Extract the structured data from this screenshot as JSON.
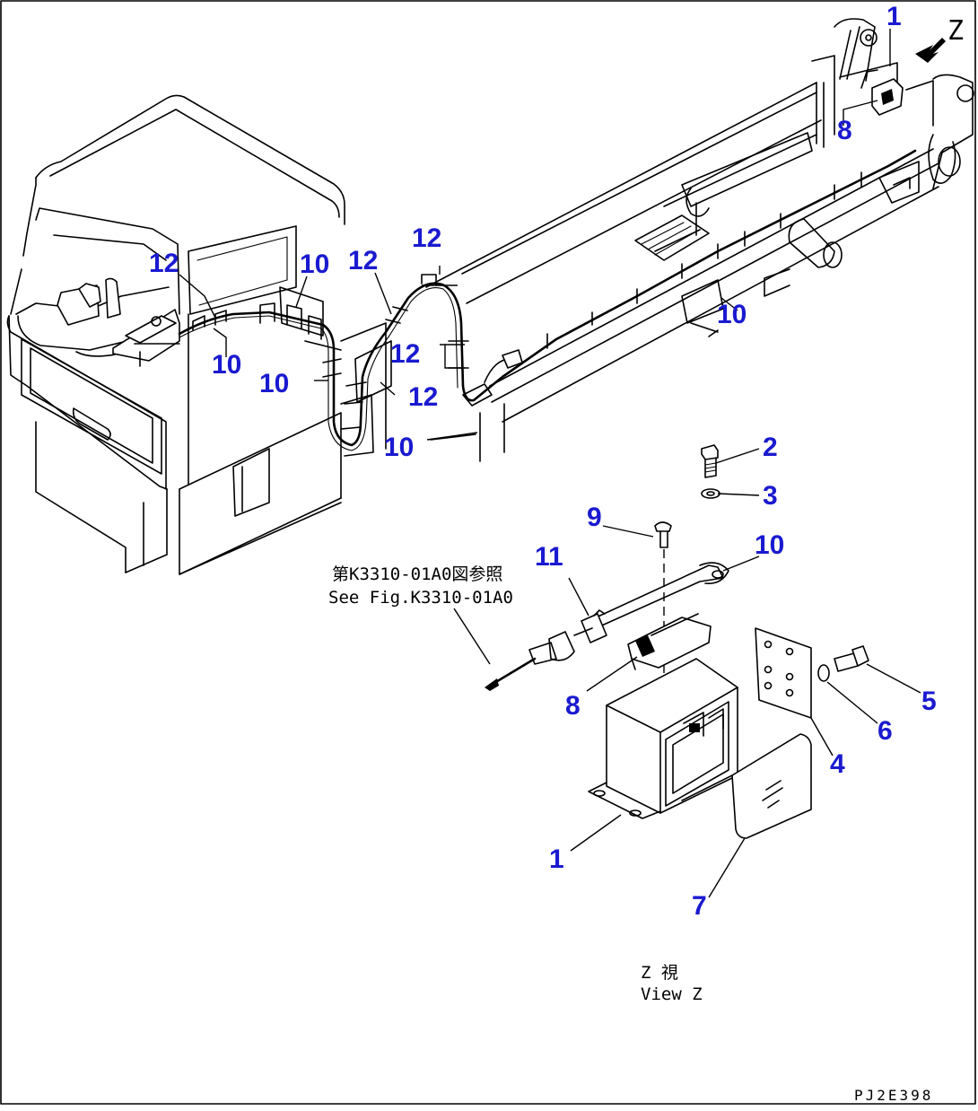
{
  "view_marker": "Z",
  "callouts": {
    "c1_top": "1",
    "c8_top": "8",
    "c12_a": "12",
    "c10_a": "10",
    "c12_b": "12",
    "c12_c": "12",
    "c10_b": "10",
    "c10_c": "10",
    "c12_d": "12",
    "c12_e": "12",
    "c10_d": "10",
    "c10_e": "10",
    "c2": "2",
    "c3": "3",
    "c9": "9",
    "c11": "11",
    "c10_f": "10",
    "c8_bottom": "8",
    "c5": "5",
    "c6": "6",
    "c4": "4",
    "c1_bottom": "1",
    "c7": "7"
  },
  "reference_note": {
    "jp": "第K3310-01A0図参照",
    "en": "See Fig.K3310-01A0"
  },
  "view_label": {
    "jp": "Z 視",
    "en": "View Z"
  },
  "drawing_code": "PJ2E398",
  "colors": {
    "callout": "#1a1ad0",
    "line": "#000000",
    "background": "#ffffff"
  }
}
